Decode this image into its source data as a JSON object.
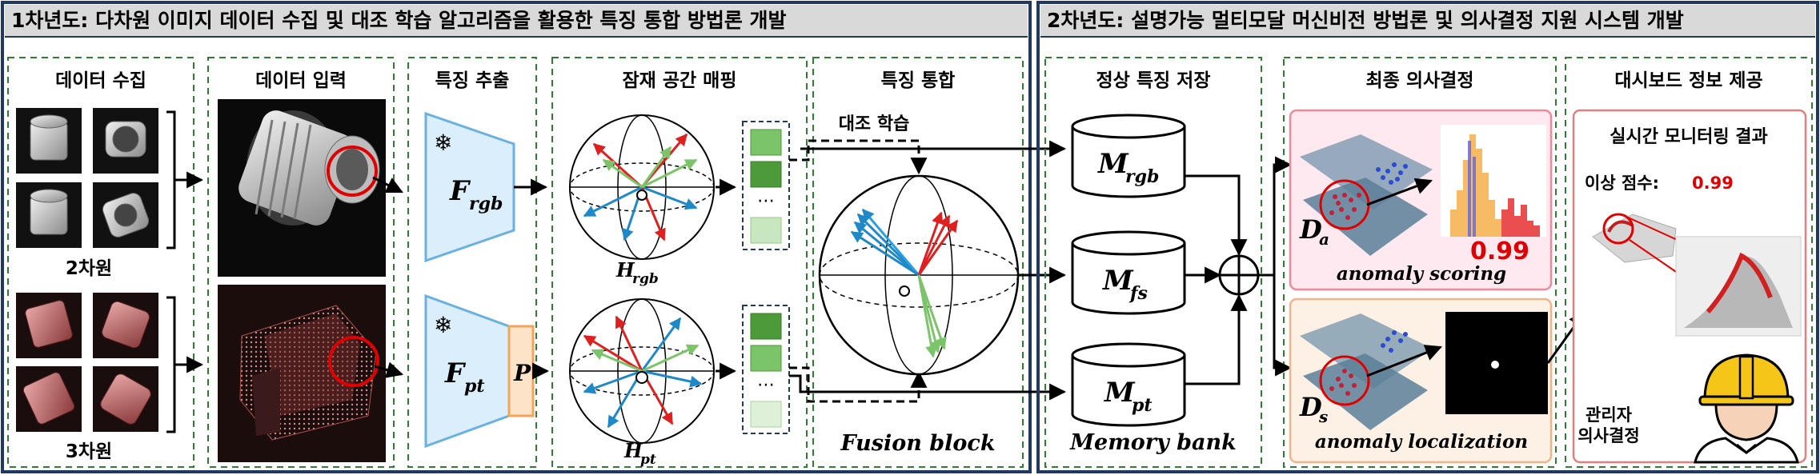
{
  "colors": {
    "frame": "#1f3864",
    "header_bg": "#d9d9d9",
    "dash_green": "#2e7d32",
    "extractor_fill": "#dbeefb",
    "extractor_stroke": "#6ab0e0",
    "proj_fill": "#fde4c8",
    "proj_stroke": "#f2a55a",
    "red": "#e00000",
    "panel_pink": "#fde9ef",
    "panel_pink_stroke": "#f08a9a",
    "panel_peach": "#fdf1e6",
    "panel_peach_stroke": "#f3b38a",
    "feat_green_dark": "#4c9a3a",
    "feat_green_light": "#c8e6bf"
  },
  "year1": {
    "title": "1차년도: 다차원 이미지 데이터 수집 및 대조 학습 알고리즘을 활용한 특징 통합 방법론 개발",
    "col_collect": "데이터 수집",
    "label_2d": "2차원",
    "label_3d": "3차원",
    "col_input": "데이터 입력",
    "col_extract": "특징 추출",
    "col_latent": "잠재 공간 매핑",
    "col_fusion": "특징 통합",
    "contrast_label": "대조 학습",
    "fusion_label": "Fusion block",
    "snowflake_icon": "❄",
    "f_rgb_main": "F",
    "f_rgb_sub": "rgb",
    "f_pt_main": "F",
    "f_pt_sub": "pt",
    "p_label": "P",
    "h_rgb_main": "H",
    "h_rgb_sub": "rgb",
    "h_pt_main": "H",
    "h_pt_sub": "pt",
    "ellipsis": "⋯"
  },
  "year2": {
    "title": "2차년도: 설명가능 멀티모달 머신비전 방법론 및 의사결정 지원 시스템 개발",
    "col_store": "정상 특징 저장",
    "col_decision": "최종 의사결정",
    "col_dashboard": "대시보드 정보 제공",
    "m_rgb_main": "M",
    "m_rgb_sub": "rgb",
    "m_fs_main": "M",
    "m_fs_sub": "fs",
    "m_pt_main": "M",
    "m_pt_sub": "pt",
    "memory_label": "Memory bank",
    "da_main": "D",
    "da_sub": "a",
    "ds_main": "D",
    "ds_sub": "s",
    "score_value": "0.99",
    "scoring_label": "anomaly scoring",
    "localization_label": "anomaly localization",
    "monitor_title": "실시간 모니터링 결과",
    "anomaly_score_label": "이상 점수:",
    "anomaly_score_value": "0.99",
    "manager_label_1": "관리자",
    "manager_label_2": "의사결정",
    "oplus": "⊕"
  }
}
